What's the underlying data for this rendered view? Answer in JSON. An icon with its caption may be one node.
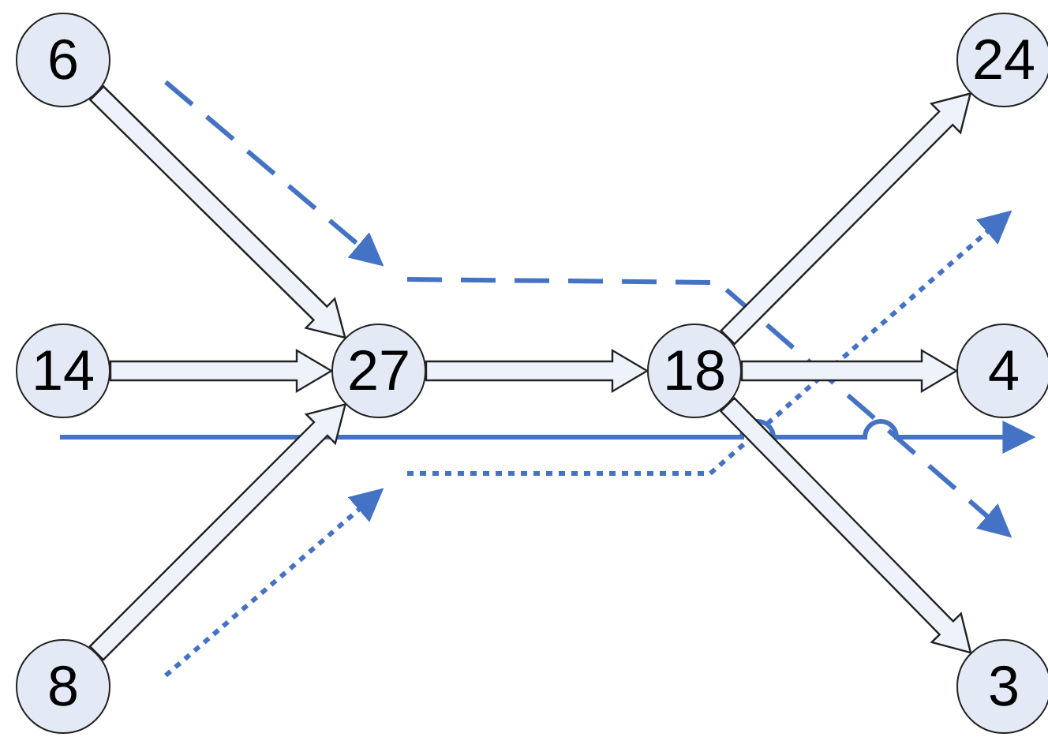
{
  "diagram": {
    "nodes": [
      {
        "text": [
          "6"
        ]
      },
      {
        "text": [
          "14"
        ]
      },
      {
        "text": [
          "8"
        ]
      },
      {
        "text": [
          "27"
        ]
      },
      {
        "text": [
          "18"
        ]
      },
      {
        "text": [
          "24"
        ]
      },
      {
        "text": [
          "4"
        ]
      },
      {
        "text": [
          "3"
        ]
      }
    ],
    "edges": [
      {
        "from": 0,
        "to": 3,
        "arrow": "to"
      },
      {
        "from": 1,
        "to": 3,
        "arrow": "to"
      },
      {
        "from": 2,
        "to": 3,
        "arrow": "to"
      },
      {
        "from": 3,
        "to": 4,
        "arrow": "to"
      },
      {
        "from": 4,
        "to": 5,
        "arrow": "to"
      },
      {
        "from": 4,
        "to": 6,
        "arrow": "to"
      },
      {
        "from": 4,
        "to": 7,
        "arrow": "to"
      }
    ]
  }
}
